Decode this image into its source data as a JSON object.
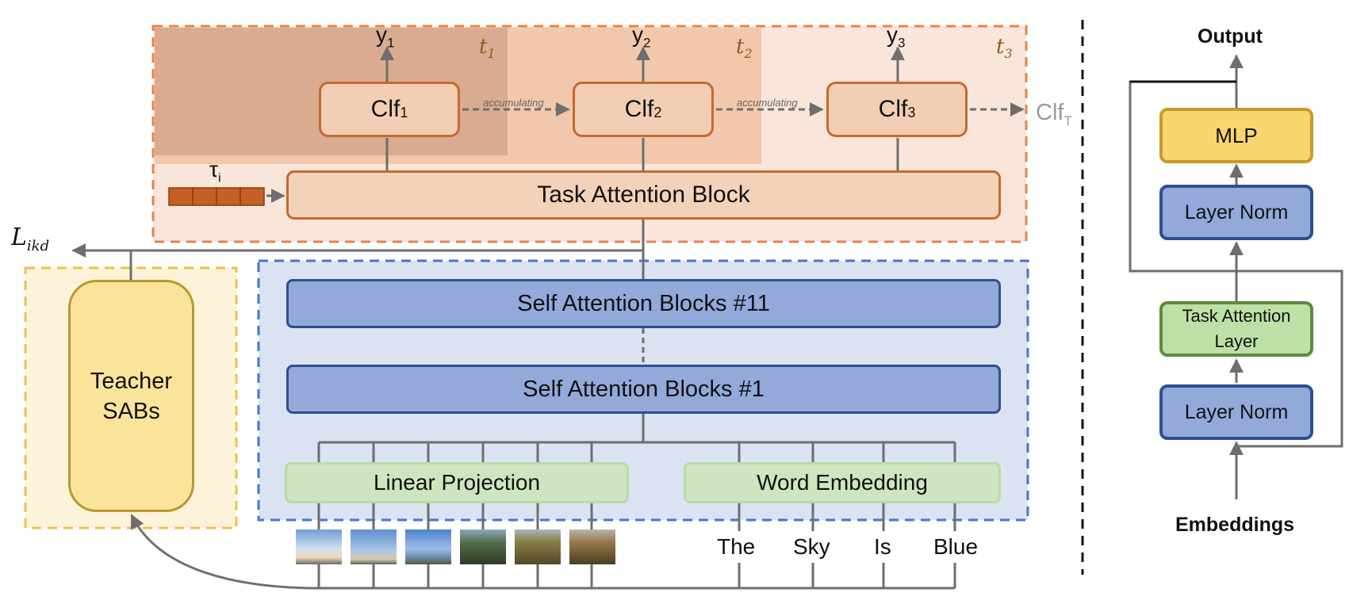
{
  "diagram": {
    "task_times": [
      "t",
      "t",
      "t"
    ],
    "task_time_subs": [
      "1",
      "2",
      "3"
    ],
    "outputs": [
      "y",
      "y",
      "y"
    ],
    "output_subs": [
      "1",
      "2",
      "3"
    ],
    "classifiers": [
      "Clf",
      "Clf",
      "Clf"
    ],
    "classifier_subs": [
      "1",
      "2",
      "3"
    ],
    "accumulating_labels": [
      "accumulating",
      "accumulating"
    ],
    "final_classifier": "Clf",
    "final_classifier_sub": "T",
    "task_token": "τ",
    "task_token_sub": "i",
    "task_attention_block": "Task Attention Block",
    "loss_label": "L",
    "loss_sub": "ikd",
    "teacher_line1": "Teacher",
    "teacher_line2": "SABs",
    "sab_top": "Self Attention Blocks #11",
    "sab_bottom": "Self Attention Blocks #1",
    "linear_projection": "Linear Projection",
    "word_embedding": "Word Embedding",
    "words": [
      "The",
      "Sky",
      "Is",
      "Blue"
    ],
    "detail": {
      "output_label": "Output",
      "mlp": "MLP",
      "layer_norm_top": "Layer Norm",
      "task_attention_layer_line1": "Task Attention",
      "task_attention_layer_line2": "Layer",
      "layer_norm_bottom": "Layer Norm",
      "embeddings_label": "Embeddings"
    }
  },
  "colors": {
    "orange_border": "#e0874a",
    "orange_fill": "#f9e5da",
    "blue_border": "#4a74c9",
    "blue_fill": "#dbe3f3",
    "yellow_border": "#f1c04a",
    "yellow_fill": "#fcf3da",
    "arrow": "#6e6e6e"
  }
}
